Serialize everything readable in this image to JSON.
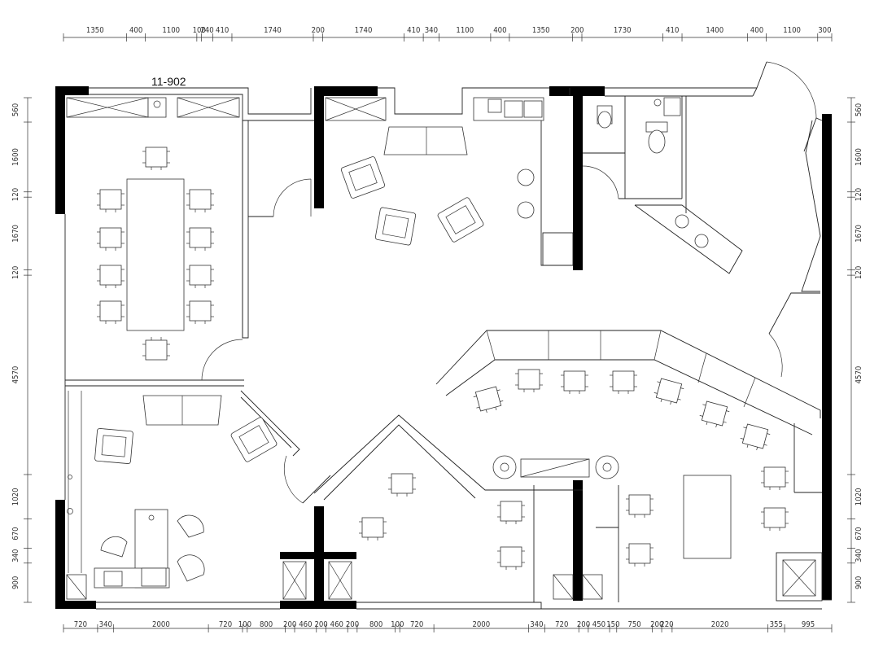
{
  "unit_label": "11-902",
  "dimensions": {
    "top": [
      "1350",
      "400",
      "1100",
      "100",
      "240",
      "410",
      "1740",
      "200",
      "1740",
      "410",
      "340",
      "1100",
      "400",
      "1350",
      "200",
      "1730",
      "410",
      "1400",
      "400",
      "1100",
      "300"
    ],
    "bottom": [
      "720",
      "340",
      "2000",
      "720",
      "100",
      "800",
      "200",
      "460",
      "200",
      "460",
      "200",
      "800",
      "100",
      "720",
      "2000",
      "340",
      "720",
      "200",
      "450",
      "150",
      "750",
      "200",
      "220",
      "2020",
      "355",
      "995"
    ],
    "left": [
      "560",
      "1600",
      "120",
      "1670",
      "120",
      "4570",
      "1020",
      "670",
      "340",
      "900"
    ],
    "right": [
      "560",
      "1600",
      "120",
      "1670",
      "120",
      "4570",
      "1020",
      "670",
      "340",
      "900"
    ]
  },
  "colors": {
    "wall": "#000000",
    "line": "#222222"
  }
}
